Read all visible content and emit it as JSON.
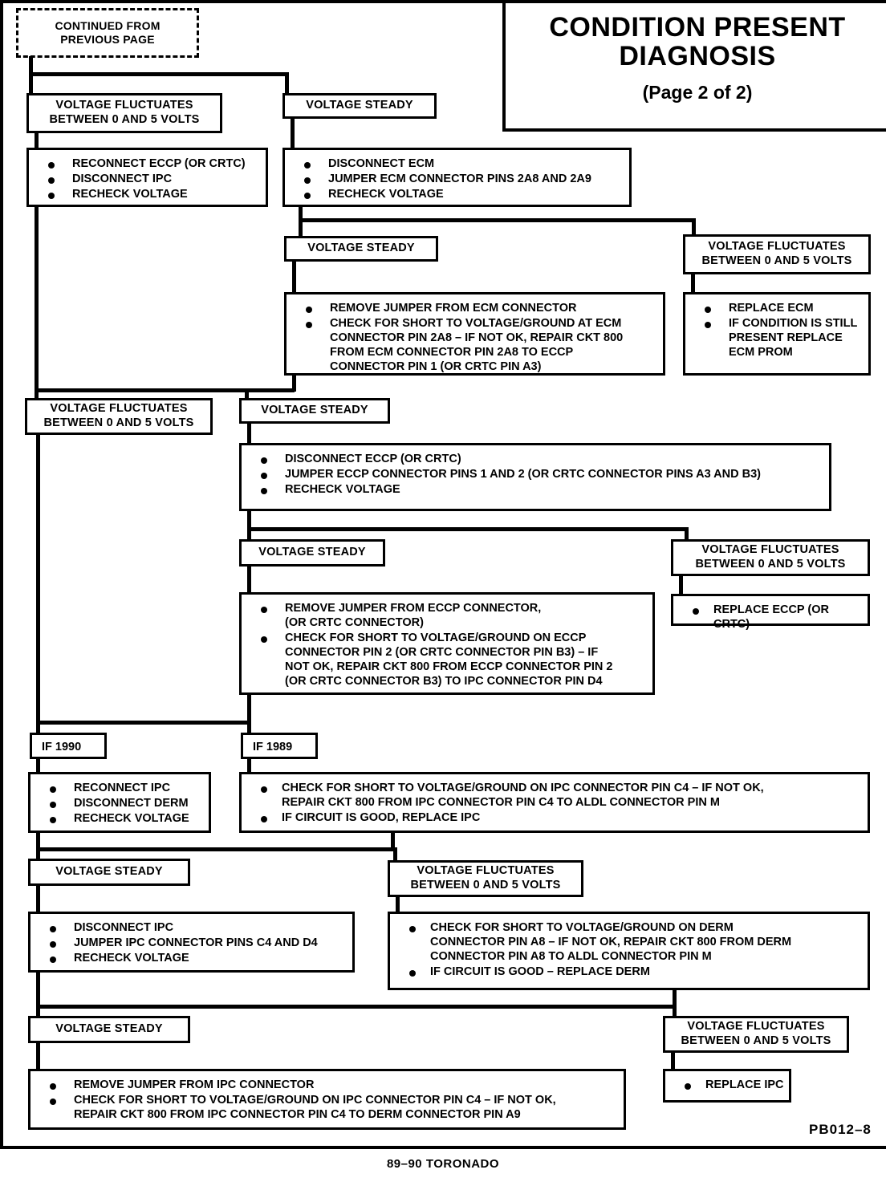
{
  "title": {
    "line1": "CONDITION PRESENT",
    "line2": "DIAGNOSIS",
    "page": "(Page 2 of 2)"
  },
  "footer": {
    "drawing_code": "PB012–8",
    "vehicle": "89–90 TORONADO"
  },
  "labels": {
    "continued_1": "CONTINUED FROM",
    "continued_2": "PREVIOUS PAGE",
    "volt_fluct_1": "VOLTAGE FLUCTUATES",
    "volt_fluct_2": "BETWEEN 0 AND 5 VOLTS",
    "volt_steady": "VOLTAGE STEADY",
    "if_1990": "IF 1990",
    "if_1989": "IF 1989"
  },
  "nodes": {
    "n1_fluct": {
      "l1": "VOLTAGE FLUCTUATES",
      "l2": "BETWEEN 0 AND 5 VOLTS"
    },
    "n1_steady": {
      "l1": "VOLTAGE STEADY"
    },
    "a1": [
      "RECONNECT ECCP (OR CRTC)",
      "DISCONNECT IPC",
      "RECHECK VOLTAGE"
    ],
    "a2": [
      "DISCONNECT ECM",
      "JUMPER ECM CONNECTOR PINS 2A8 AND 2A9",
      "RECHECK VOLTAGE"
    ],
    "n2_steady": {
      "l1": "VOLTAGE STEADY"
    },
    "n2_fluct": {
      "l1": "VOLTAGE FLUCTUATES",
      "l2": "BETWEEN 0 AND 5 VOLTS"
    },
    "a3": [
      "REMOVE JUMPER FROM ECM CONNECTOR",
      "CHECK FOR SHORT TO VOLTAGE/GROUND AT ECM"
    ],
    "a3_cont": [
      "CONNECTOR PIN 2A8 – IF NOT OK, REPAIR CKT 800",
      "FROM ECM CONNECTOR PIN 2A8 TO ECCP",
      "CONNECTOR PIN 1 (OR CRTC PIN A3)"
    ],
    "a4": [
      "REPLACE ECM",
      "IF CONDITION IS STILL"
    ],
    "a4_cont": [
      "PRESENT REPLACE",
      "ECM PROM"
    ],
    "n3_fluct": {
      "l1": "VOLTAGE FLUCTUATES",
      "l2": "BETWEEN 0 AND 5 VOLTS"
    },
    "n3_steady": {
      "l1": "VOLTAGE STEADY"
    },
    "a5": [
      "DISCONNECT ECCP (OR CRTC)",
      "JUMPER ECCP CONNECTOR PINS 1 AND 2 (OR CRTC CONNECTOR PINS A3 AND B3)",
      "RECHECK VOLTAGE"
    ],
    "n4_steady": {
      "l1": "VOLTAGE STEADY"
    },
    "n4_fluct": {
      "l1": "VOLTAGE FLUCTUATES",
      "l2": "BETWEEN 0 AND 5 VOLTS"
    },
    "a6": [
      "REMOVE JUMPER FROM ECCP CONNECTOR,",
      "CHECK FOR SHORT TO VOLTAGE/GROUND ON ECCP"
    ],
    "a6_c1": "(OR CRTC CONNECTOR)",
    "a6_cont": [
      "CONNECTOR PIN 2 (OR CRTC CONNECTOR PIN B3) – IF",
      "NOT OK, REPAIR CKT 800 FROM ECCP CONNECTOR PIN 2",
      "(OR CRTC CONNECTOR B3) TO IPC CONNECTOR PIN D4"
    ],
    "a7": [
      "REPLACE ECCP (OR CRTC)"
    ],
    "a8": [
      "RECONNECT IPC",
      "DISCONNECT DERM",
      "RECHECK VOLTAGE"
    ],
    "a9": [
      "CHECK FOR SHORT TO VOLTAGE/GROUND ON IPC CONNECTOR PIN C4 – IF NOT OK,",
      "IF CIRCUIT IS GOOD, REPLACE IPC"
    ],
    "a9_c1": "REPAIR CKT 800 FROM IPC CONNECTOR PIN C4 TO ALDL CONNECTOR PIN M",
    "n5_steady": {
      "l1": "VOLTAGE STEADY"
    },
    "n5_fluct": {
      "l1": "VOLTAGE FLUCTUATES",
      "l2": "BETWEEN 0 AND 5 VOLTS"
    },
    "a10": [
      "DISCONNECT IPC",
      "JUMPER IPC CONNECTOR PINS C4 AND D4",
      "RECHECK VOLTAGE"
    ],
    "a11": [
      "CHECK FOR SHORT TO VOLTAGE/GROUND ON DERM",
      "IF CIRCUIT IS GOOD – REPLACE DERM"
    ],
    "a11_cont": [
      "CONNECTOR PIN A8 – IF NOT OK, REPAIR CKT 800 FROM DERM",
      "CONNECTOR PIN A8 TO ALDL CONNECTOR PIN M"
    ],
    "n6_steady": {
      "l1": "VOLTAGE STEADY"
    },
    "n6_fluct": {
      "l1": "VOLTAGE FLUCTUATES",
      "l2": "BETWEEN 0 AND 5 VOLTS"
    },
    "a12": [
      "REMOVE JUMPER FROM IPC CONNECTOR",
      "CHECK FOR SHORT TO VOLTAGE/GROUND ON IPC CONNECTOR PIN C4 – IF NOT OK,"
    ],
    "a12_c1": "REPAIR CKT 800 FROM IPC CONNECTOR PIN C4 TO DERM CONNECTOR PIN A9",
    "a13": [
      "REPLACE IPC"
    ]
  }
}
